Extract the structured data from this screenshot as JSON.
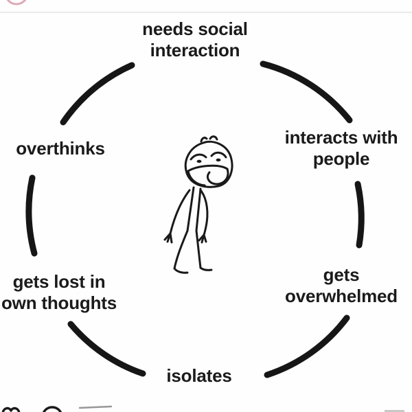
{
  "meta": {
    "description": "Meme cycle diagram of social interaction loop with tired stick figure in center, cropped Instagram post chrome"
  },
  "colors": {
    "ink": "#1a1a1a",
    "background": "#fefefe",
    "divider": "#ebebeb",
    "story_ring_pink": "#c06277",
    "send_icon_gray": "#979797",
    "bookmark_gray": "#bdbdbd"
  },
  "diagram": {
    "type": "cycle",
    "center_figure": "tired-slouching-stick-figure",
    "steps": [
      {
        "id": "needs-social-interaction",
        "position": "top",
        "lines": [
          "needs social",
          "interaction"
        ]
      },
      {
        "id": "interacts-with-people",
        "position": "upper-right",
        "lines": [
          "interacts with",
          "people"
        ]
      },
      {
        "id": "gets-overwhelmed",
        "position": "lower-right",
        "lines": [
          "gets",
          "overwhelmed"
        ]
      },
      {
        "id": "isolates",
        "position": "bottom",
        "lines": [
          "isolates"
        ]
      },
      {
        "id": "gets-lost-in-own-thoughts",
        "position": "lower-left",
        "lines": [
          "gets lost in",
          "own thoughts"
        ]
      },
      {
        "id": "overthinks",
        "position": "upper-left",
        "lines": [
          "overthinks"
        ]
      }
    ]
  },
  "instagram_chrome": {
    "top": [
      "story-avatar-ring"
    ],
    "bottom_icons": [
      "heart-like-icon",
      "comment-icon",
      "send-share-icon",
      "bookmark-save-icon"
    ]
  }
}
